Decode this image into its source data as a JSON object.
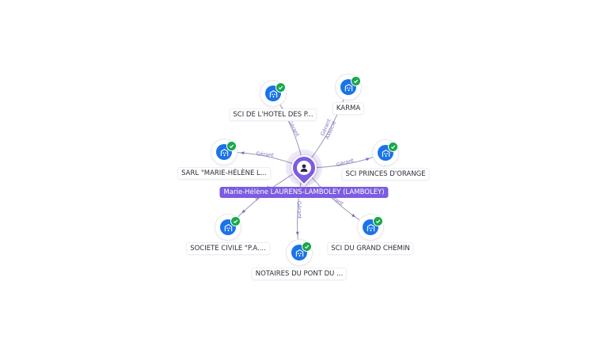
{
  "center": {
    "name": "Marie-Hélène LAURENS-LAMBOLEY (LAMBOLEY)",
    "icon": "person-icon",
    "color": "#7c5ce0"
  },
  "colors": {
    "company_icon": "#1a73e8",
    "verified_badge": "#19a84a",
    "edge_label": "#7a6fc2"
  },
  "companies": [
    {
      "id": "sci-lhotel",
      "name": "SCI DE L'HOTEL DES P...",
      "icon": "building-icon",
      "verified": true,
      "relations": [
        "Gérant"
      ]
    },
    {
      "id": "karma",
      "name": "KARMA",
      "icon": "building-icon",
      "verified": true,
      "relations": [
        "Gérant",
        "Associé"
      ]
    },
    {
      "id": "sarl-marie-helene",
      "name": "SARL \"MARIE-HÉLÈNE L...",
      "icon": "building-icon",
      "verified": true,
      "relations": [
        "Gérant"
      ]
    },
    {
      "id": "sci-princes",
      "name": "SCI PRINCES D'ORANGE",
      "icon": "building-icon",
      "verified": true,
      "relations": [
        "Gérant"
      ]
    },
    {
      "id": "societe-civile",
      "name": "SOCIETE CIVILE \"P.A....",
      "icon": "building-icon",
      "verified": true,
      "relations": [
        "Associé"
      ]
    },
    {
      "id": "notaires",
      "name": "NOTAIRES DU PONT DU ...",
      "icon": "building-icon",
      "verified": true,
      "relations": [
        "Gérant"
      ]
    },
    {
      "id": "sci-grand-chemin",
      "name": "SCI DU GRAND CHEMIN",
      "icon": "building-icon",
      "verified": true,
      "relations": [
        "Gérant"
      ]
    }
  ]
}
